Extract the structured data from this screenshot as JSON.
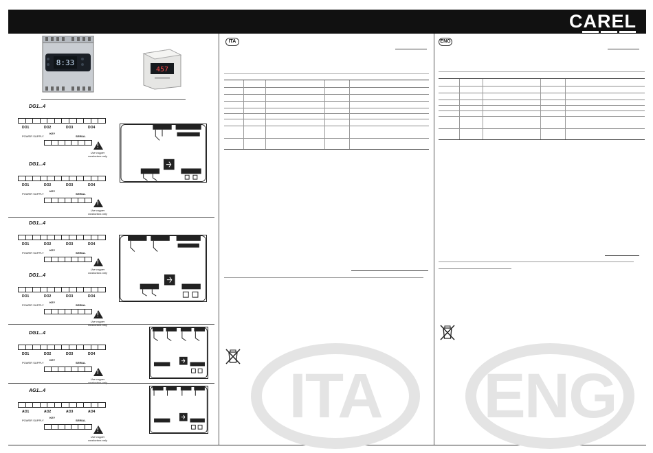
{
  "header": {
    "brand": "CAREL"
  },
  "products": {
    "display1": "8:33",
    "display2": "457"
  },
  "wiring": {
    "dg_title": "DG1...4",
    "ag_title": "AG1...4",
    "dg_labels": [
      "DO1",
      "DO2",
      "DO3",
      "DO4"
    ],
    "ag_labels": [
      "AO1",
      "AO2",
      "AO3",
      "AO4"
    ],
    "key_label": "KEY",
    "serial_label": "SERIAL",
    "power_label": "POWER SUPPLY",
    "warning_text": "Use copper conductors only"
  },
  "panels": {
    "ita": {
      "badge": "ITA",
      "watermark": "ITA"
    },
    "eng": {
      "badge": "ENG",
      "watermark": "ENG"
    }
  }
}
